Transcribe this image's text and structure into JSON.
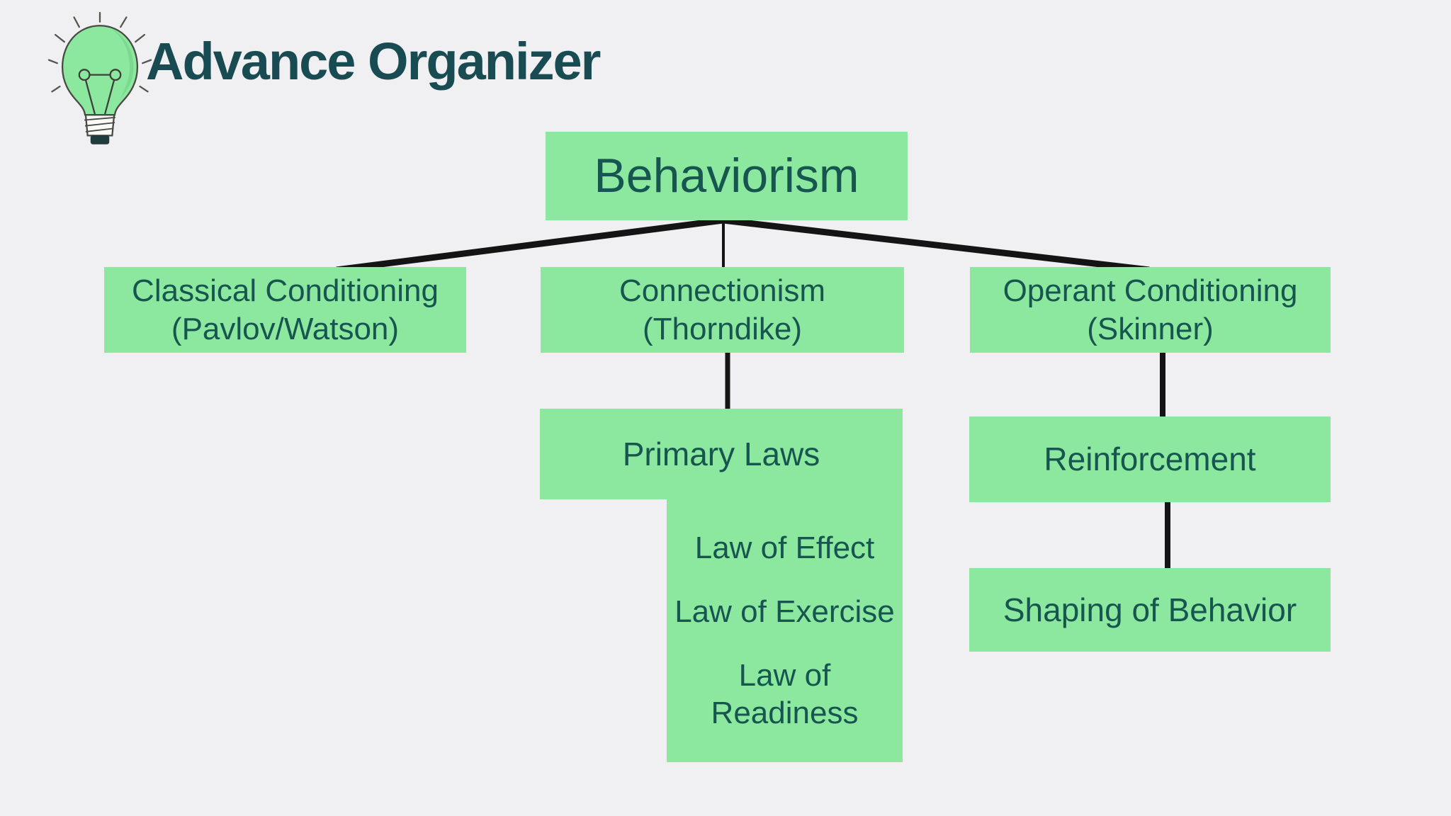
{
  "header": {
    "title": "Advance Organizer",
    "icon": "lightbulb-icon"
  },
  "colors": {
    "background": "#f0eff2",
    "node_fill": "#8ce89e",
    "node_text": "#175650",
    "title_text": "#194c52",
    "connector": "#141414"
  },
  "diagram": {
    "root": {
      "label": "Behaviorism"
    },
    "level2": {
      "classical": {
        "line1": "Classical Conditioning",
        "line2": "(Pavlov/Watson)"
      },
      "connectionism": {
        "line1": "Connectionism",
        "line2": "(Thorndike)"
      },
      "operant": {
        "line1": "Operant Conditioning",
        "line2": "(Skinner)"
      }
    },
    "connectionism_children": {
      "primary_laws": {
        "label": "Primary Laws"
      },
      "laws": [
        "Law of Effect",
        "Law of Exercise",
        "Law of Readiness"
      ]
    },
    "operant_children": {
      "reinforcement": {
        "label": "Reinforcement"
      },
      "shaping": {
        "label": "Shaping of Behavior"
      }
    }
  }
}
